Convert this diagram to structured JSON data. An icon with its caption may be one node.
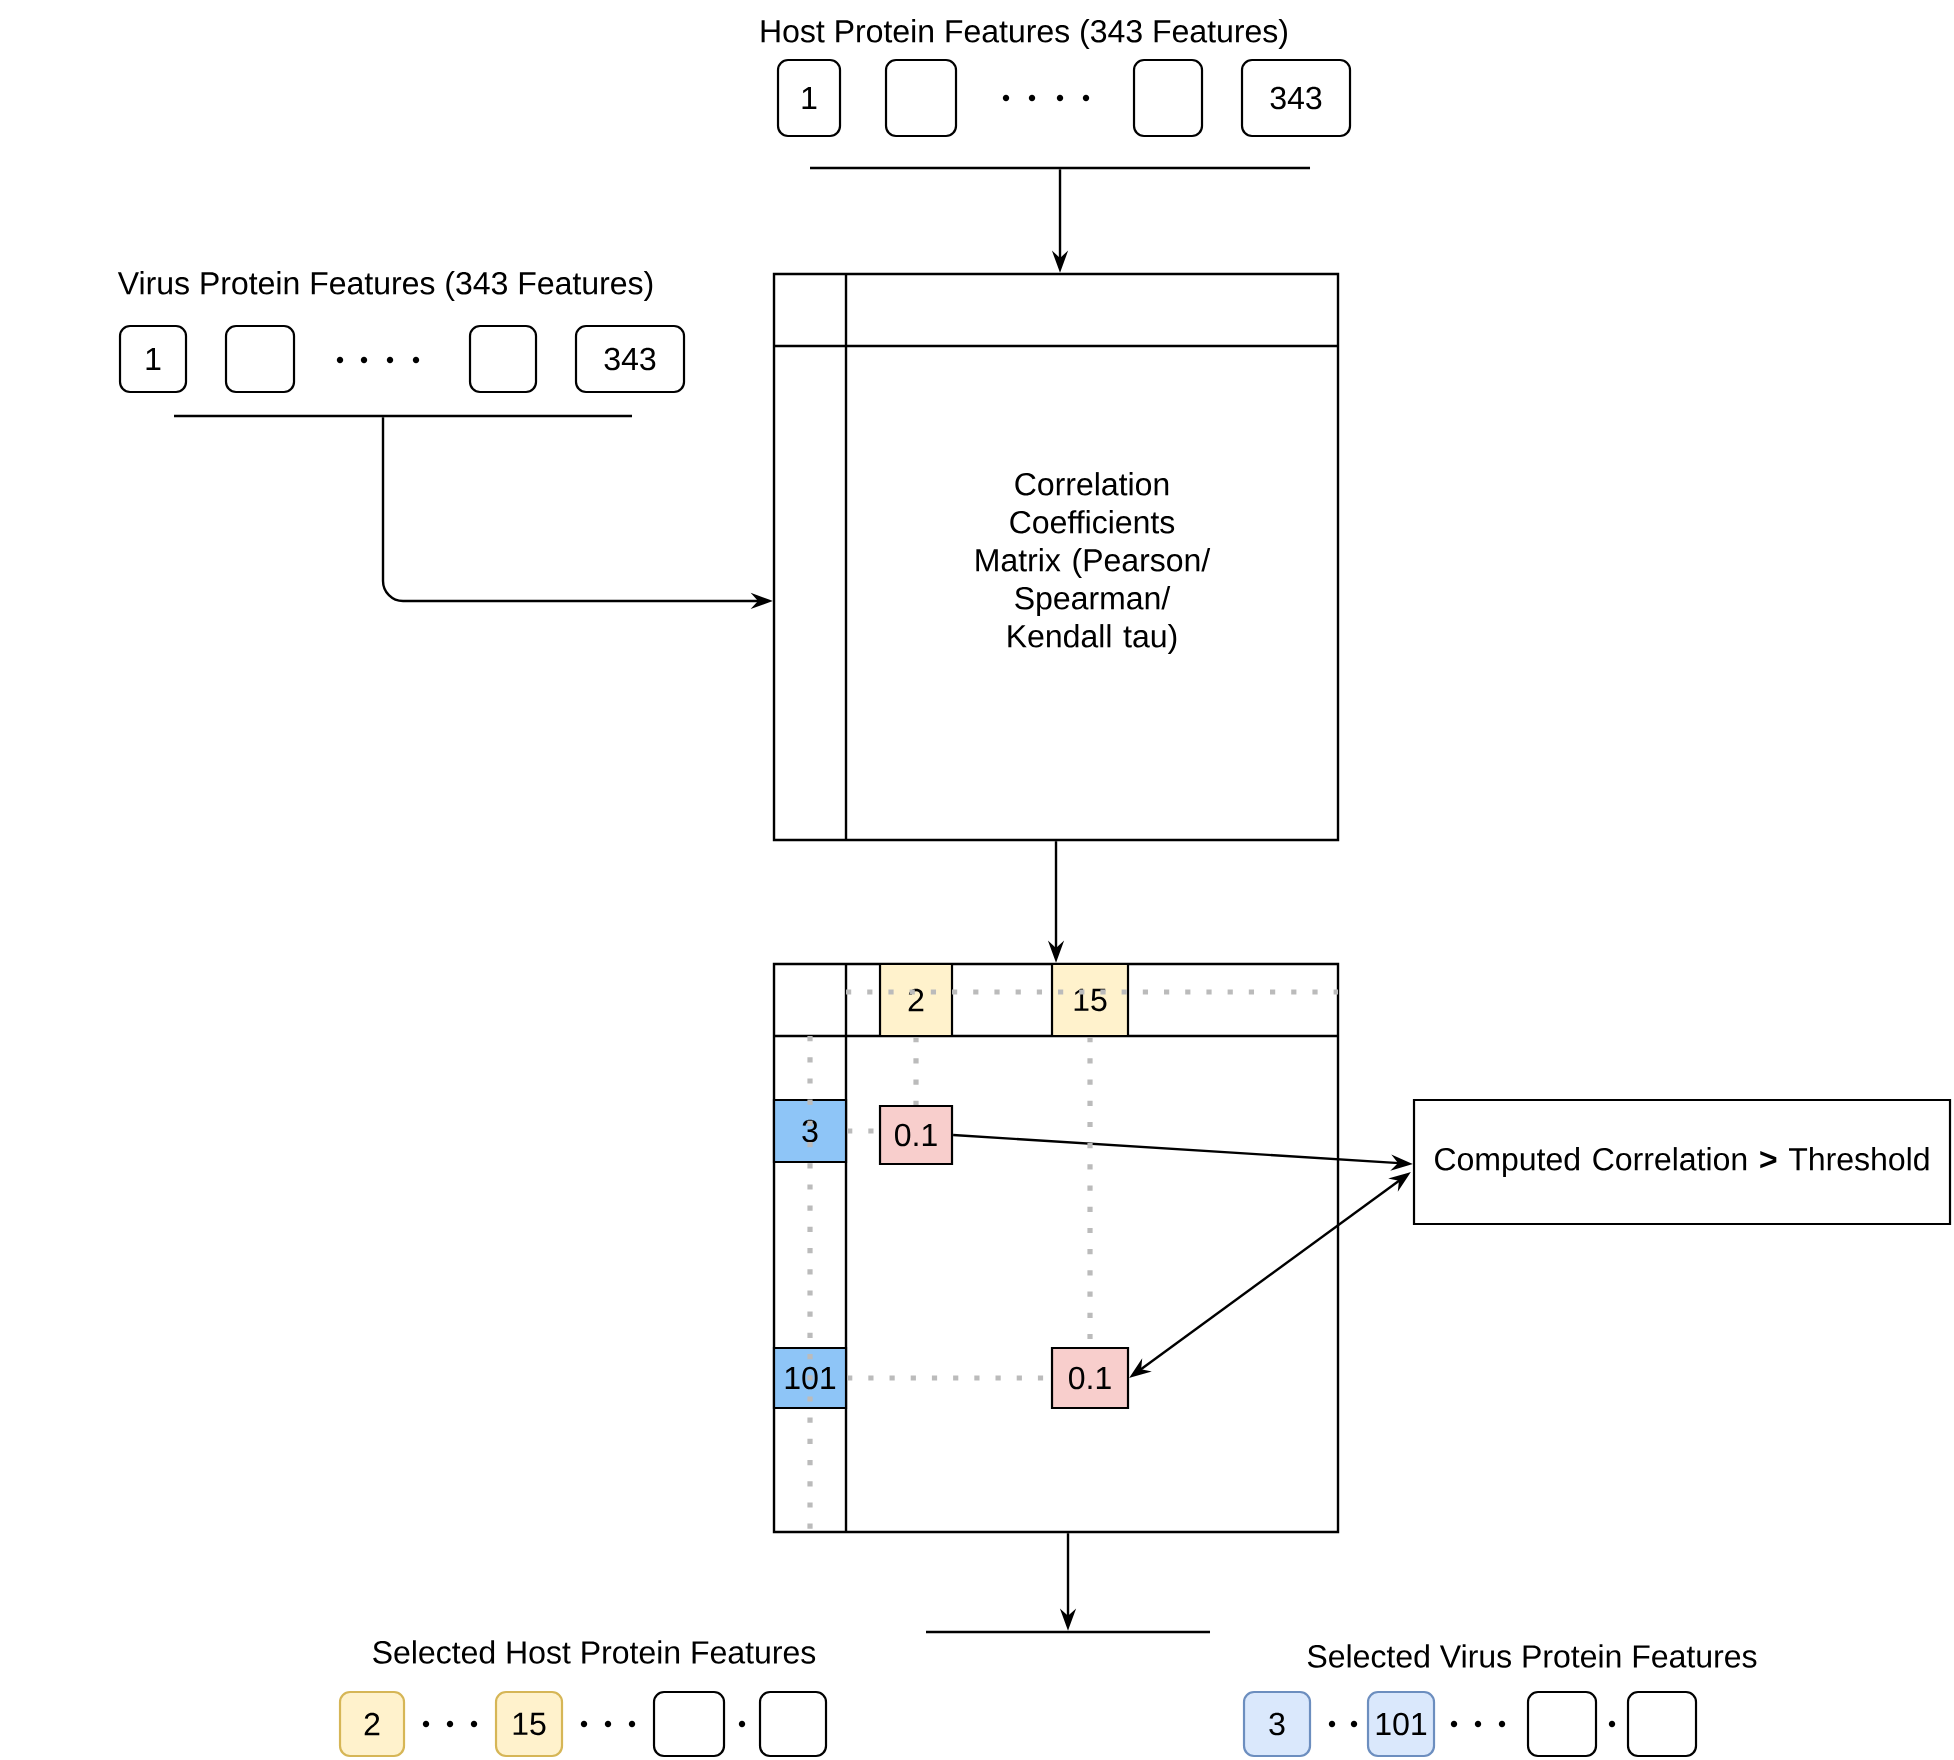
{
  "diagram": {
    "nodes": [
      {
        "text": [
          "1"
        ]
      },
      {
        "text": [],
        "shape": "box"
      },
      {
        "text": [],
        "shape": "box"
      },
      {
        "text": [
          "343"
        ]
      },
      {
        "text": [],
        "shape": "bar"
      },
      {
        "text": [
          "1"
        ]
      },
      {
        "text": [],
        "shape": "box"
      },
      {
        "text": [],
        "shape": "box"
      },
      {
        "text": [
          "343"
        ]
      },
      {
        "text": [],
        "shape": "bar"
      },
      {
        "text": [
          "Correlation Coefficients Matrix (Pearson/ Spearman/ Kendall tau)"
        ]
      },
      {
        "text": [],
        "shape": "box"
      },
      {
        "text": [
          "2"
        ],
        "in": 11
      },
      {
        "text": [
          "15"
        ],
        "in": 11
      },
      {
        "text": [
          "3"
        ],
        "in": 11
      },
      {
        "text": [
          "101"
        ],
        "in": 11
      },
      {
        "text": [
          "0.1"
        ],
        "in": 11
      },
      {
        "text": [
          "0.1"
        ],
        "in": 11
      },
      {
        "text": [
          "Computed Correlation **>** Threshold"
        ]
      },
      {
        "text": [],
        "shape": "bar"
      },
      {
        "text": [
          "2"
        ]
      },
      {
        "text": [
          "15"
        ]
      },
      {
        "text": [],
        "shape": "box"
      },
      {
        "text": [],
        "shape": "box"
      },
      {
        "text": [
          "3"
        ]
      },
      {
        "text": [
          "101"
        ]
      },
      {
        "text": [],
        "shape": "box"
      },
      {
        "text": [],
        "shape": "box"
      }
    ],
    "edges": [
      {
        "from": 4,
        "to": 10,
        "arrow": "to"
      },
      {
        "from": 9,
        "to": 10,
        "arrow": "to"
      },
      {
        "from": 10,
        "to": 11,
        "arrow": "to"
      },
      {
        "from": 16,
        "to": 18,
        "arrow": "to"
      },
      {
        "from": 17,
        "to": 18,
        "arrow": "both"
      },
      {
        "from": 11,
        "to": 19,
        "arrow": "to"
      },
      {
        "from": 12,
        "to": 16,
        "arrow": "none",
        "style": "dashed",
        "color": "#bbbbbb"
      },
      {
        "from": 14,
        "to": 16,
        "arrow": "none",
        "style": "dashed",
        "color": "#bbbbbb"
      },
      {
        "from": 13,
        "to": 17,
        "arrow": "none",
        "style": "dashed",
        "color": "#bbbbbb"
      },
      {
        "from": 15,
        "to": 17,
        "arrow": "none",
        "style": "dashed",
        "color": "#bbbbbb"
      }
    ],
    "labels": [
      "Host Protein Features (343 Features)",
      "Virus Protein Features (343 Features)",
      "Selected Host Protein Features",
      "Selected Virus Protein Features"
    ]
  }
}
